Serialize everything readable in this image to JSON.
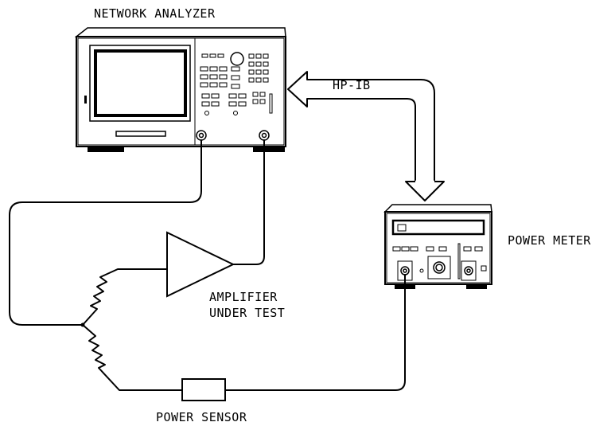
{
  "labels": {
    "network_analyzer": "NETWORK ANALYZER",
    "hp_ib": "HP-IB",
    "power_meter": "POWER METER",
    "amplifier_line1": "AMPLIFIER",
    "amplifier_line2": "UNDER TEST",
    "power_sensor": "POWER SENSOR"
  },
  "colors": {
    "line": "#000000",
    "background": "#ffffff"
  }
}
